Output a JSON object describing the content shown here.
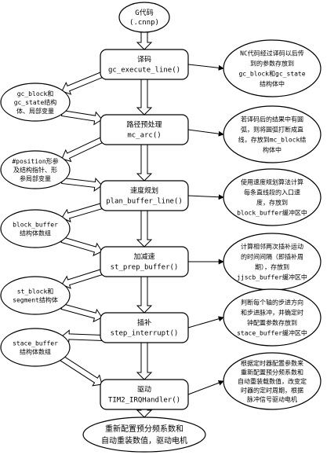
{
  "start": {
    "lines": [
      "G代码",
      "(.cnnp)"
    ]
  },
  "steps": [
    {
      "lines": [
        "译码",
        "gc_execute_line()"
      ]
    },
    {
      "lines": [
        "路径预处理",
        "mc_arc()"
      ]
    },
    {
      "lines": [
        "速度规划",
        "plan_buffer_line()"
      ]
    },
    {
      "lines": [
        "加减速",
        "st_prep_buffer()"
      ]
    },
    {
      "lines": [
        "插补",
        "step_interrupt()"
      ]
    },
    {
      "lines": [
        "驱动",
        "TIM2_IRQHandler()"
      ]
    }
  ],
  "end": {
    "lines": [
      "重新配置预分频系数和",
      "自动重装数值，驱动电机"
    ]
  },
  "notes_right": [
    {
      "lines": [
        "NC代码经过译码以后传",
        "到的参数存放到",
        "gc_block和gc_state",
        "结构体中"
      ]
    },
    {
      "lines": [
        "若译码后的结果中有圆",
        "弧，则将圆弧打断成直",
        "线，存放到mc_block结",
        "构体中"
      ]
    },
    {
      "lines": [
        "使用速度规划算法计算",
        "每条直线段的入口速",
        "度，存放到",
        "block_buffer缓冲区中"
      ]
    },
    {
      "lines": [
        "计算相邻两次插补运动",
        "的时间间隔（即插补周",
        "期），存放到",
        "jjscb_buffer缓冲区中"
      ]
    },
    {
      "lines": [
        "判断每个轴的步进方向",
        "和步进脉冲，并确定时",
        "钟配置参数存放到",
        "stace_buffer缓冲区中"
      ]
    },
    {
      "lines": [
        "根据定时器配置参数来",
        "重新配置预分频系数和",
        "自动重装载数值，改变定",
        "时器的定时周期，根据",
        "脉冲信号驱动电机"
      ]
    }
  ],
  "notes_left": [
    {
      "lines": [
        "gc_block和",
        "gc_state结构",
        "体、局部变量"
      ]
    },
    {
      "lines": [
        "#position形参",
        "及结构指针、形",
        "参局部变量"
      ]
    },
    {
      "lines": [
        "block_buffer",
        "结构体数组"
      ]
    },
    {
      "lines": [
        "st_block和",
        "segment结构体"
      ]
    },
    {
      "lines": [
        "stace_buffer",
        "结构体数组"
      ]
    }
  ]
}
